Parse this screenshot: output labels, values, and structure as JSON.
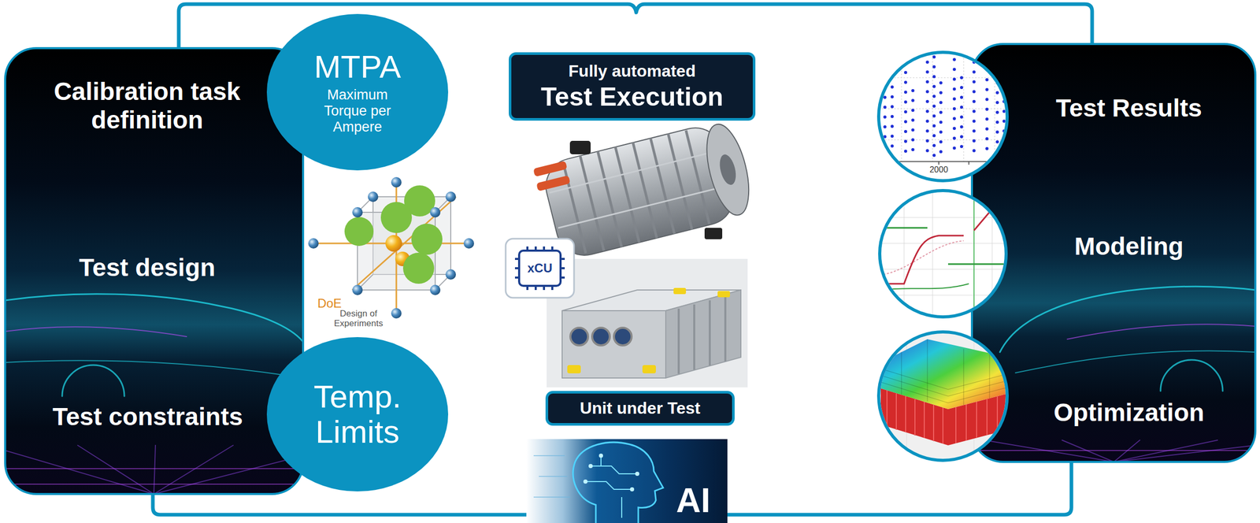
{
  "diagram": {
    "nodes": [
      {
        "text": [
          "Calibration task definition",
          "Test design",
          "Test constraints"
        ]
      },
      {
        "text": [
          "MTPA",
          "Maximum Torque per Ampere"
        ]
      },
      {
        "text": [
          "Temp. Limits"
        ]
      },
      {
        "text": [
          "Fully automated",
          "Test Execution"
        ]
      },
      {
        "text": [
          "Unit under Test"
        ]
      },
      {
        "text": [
          "Test Results",
          "Modeling",
          "Optimization"
        ]
      }
    ],
    "labels": [
      "DoE",
      "Design of Experiments",
      "xCU",
      "AI",
      "2000"
    ]
  }
}
